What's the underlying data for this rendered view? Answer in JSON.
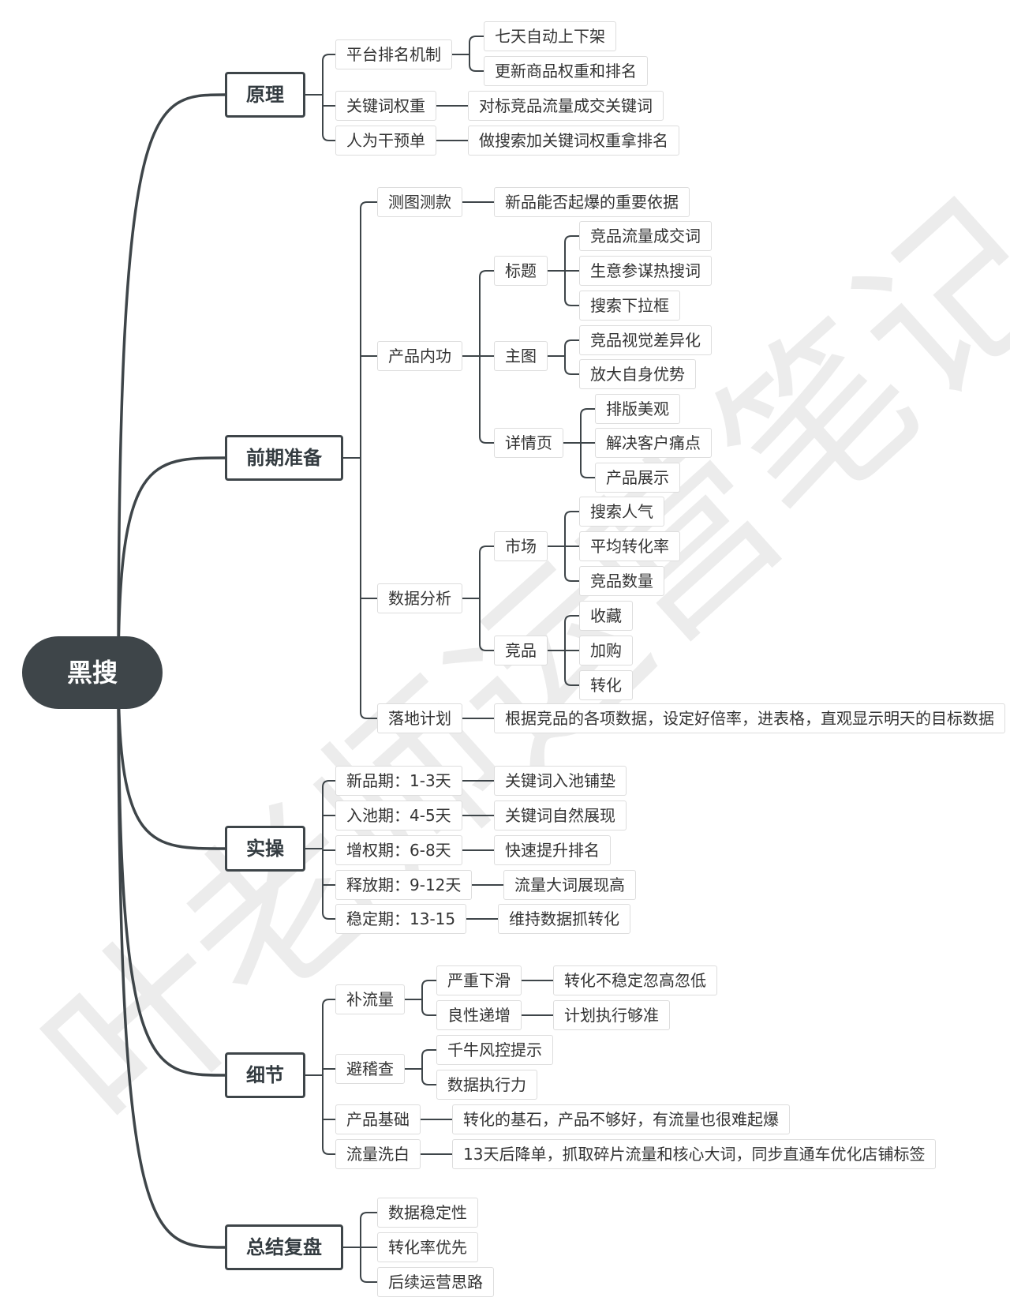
{
  "root": "黑搜",
  "branches": [
    {
      "label": "原理",
      "children": [
        {
          "label": "平台排名机制",
          "children": [
            {
              "label": "七天自动上下架"
            },
            {
              "label": "更新商品权重和排名"
            }
          ]
        },
        {
          "label": "关键词权重",
          "children": [
            {
              "label": "对标竞品流量成交关键词"
            }
          ]
        },
        {
          "label": "人为干预单",
          "children": [
            {
              "label": "做搜索加关键词权重拿排名"
            }
          ]
        }
      ]
    },
    {
      "label": "前期准备",
      "children": [
        {
          "label": "测图测款",
          "children": [
            {
              "label": "新品能否起爆的重要依据"
            }
          ]
        },
        {
          "label": "产品内功",
          "children": [
            {
              "label": "标题",
              "children": [
                {
                  "label": "竞品流量成交词"
                },
                {
                  "label": "生意参谋热搜词"
                },
                {
                  "label": "搜索下拉框"
                }
              ]
            },
            {
              "label": "主图",
              "children": [
                {
                  "label": "竞品视觉差异化"
                },
                {
                  "label": "放大自身优势"
                }
              ]
            },
            {
              "label": "详情页",
              "children": [
                {
                  "label": "排版美观"
                },
                {
                  "label": "解决客户痛点"
                },
                {
                  "label": "产品展示"
                }
              ]
            }
          ]
        },
        {
          "label": "数据分析",
          "children": [
            {
              "label": "市场",
              "children": [
                {
                  "label": "搜索人气"
                },
                {
                  "label": "平均转化率"
                },
                {
                  "label": "竞品数量"
                }
              ]
            },
            {
              "label": "竞品",
              "children": [
                {
                  "label": "收藏"
                },
                {
                  "label": "加购"
                },
                {
                  "label": "转化"
                }
              ]
            }
          ]
        },
        {
          "label": "落地计划",
          "children": [
            {
              "label": "根据竞品的各项数据，设定好倍率，进表格，直观显示明天的目标数据"
            }
          ]
        }
      ]
    },
    {
      "label": "实操",
      "children": [
        {
          "label": "新品期：1-3天",
          "children": [
            {
              "label": "关键词入池铺垫"
            }
          ]
        },
        {
          "label": "入池期：4-5天",
          "children": [
            {
              "label": "关键词自然展现"
            }
          ]
        },
        {
          "label": "增权期：6-8天",
          "children": [
            {
              "label": "快速提升排名"
            }
          ]
        },
        {
          "label": "释放期：9-12天",
          "children": [
            {
              "label": "流量大词展现高"
            }
          ]
        },
        {
          "label": "稳定期：13-15",
          "children": [
            {
              "label": "维持数据抓转化"
            }
          ]
        }
      ]
    },
    {
      "label": "细节",
      "children": [
        {
          "label": "补流量",
          "children": [
            {
              "label": "严重下滑",
              "children": [
                {
                  "label": "转化不稳定忽高忽低"
                }
              ]
            },
            {
              "label": "良性递增",
              "children": [
                {
                  "label": "计划执行够准"
                }
              ]
            }
          ]
        },
        {
          "label": "避稽查",
          "children": [
            {
              "label": "千牛风控提示"
            },
            {
              "label": "数据执行力"
            }
          ]
        },
        {
          "label": "产品基础",
          "children": [
            {
              "label": "转化的基石，产品不够好，有流量也很难起爆"
            }
          ]
        },
        {
          "label": "流量洗白",
          "children": [
            {
              "label": "13天后降单，抓取碎片流量和核心大词，同步直通车优化店铺标签"
            }
          ]
        }
      ]
    },
    {
      "label": "总结复盘",
      "children": [
        {
          "label": "数据稳定性"
        },
        {
          "label": "转化率优先"
        },
        {
          "label": "后续运营思路"
        }
      ]
    }
  ],
  "watermark": "叶老师运营笔记",
  "colors": {
    "line": "#3e4549",
    "root_bg": "#3e4549",
    "box_border": "#dddddd",
    "watermark": "#ececec"
  }
}
